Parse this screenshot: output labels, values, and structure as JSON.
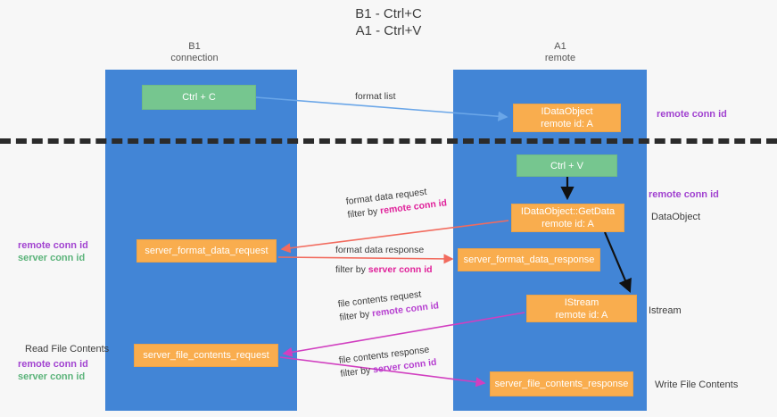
{
  "title": {
    "line1": "B1 - Ctrl+C",
    "line2": "A1 - Ctrl+V"
  },
  "columns": {
    "left": {
      "name": "B1",
      "role": "connection"
    },
    "right": {
      "name": "A1",
      "role": "remote"
    }
  },
  "nodes": {
    "ctrl_c": {
      "label": "Ctrl + C",
      "color": "#76c68f"
    },
    "idataobject": {
      "line1": "IDataObject",
      "line2": "remote id: A",
      "color": "#f9ad4e"
    },
    "ctrl_v": {
      "label": "Ctrl + V",
      "color": "#76c68f"
    },
    "getdata": {
      "line1": "IDataObject::GetData",
      "line2": "remote id: A",
      "color": "#f9ad4e"
    },
    "server_format_data_request": {
      "label": "server_format_data_request",
      "color": "#f9ad4e"
    },
    "server_format_data_response": {
      "label": "server_format_data_response",
      "color": "#f9ad4e"
    },
    "istream": {
      "line1": "IStream",
      "line2": "remote id: A",
      "color": "#f9ad4e"
    },
    "server_file_contents_request": {
      "label": "server_file_contents_request",
      "color": "#f9ad4e"
    },
    "server_file_contents_response": {
      "label": "server_file_contents_response",
      "color": "#f9ad4e"
    }
  },
  "edges": {
    "format_list": {
      "label": "format list"
    },
    "format_data_request": {
      "label": "format data request",
      "filter_prefix": "filter by ",
      "filter_key": "remote conn id"
    },
    "format_data_response": {
      "label": "format data response",
      "filter_prefix": "filter by ",
      "filter_key": "server conn id"
    },
    "file_contents_request": {
      "label": "file contents request",
      "filter_prefix": "filter by ",
      "filter_key": "remote conn id"
    },
    "file_contents_response": {
      "label": "file contents response",
      "filter_prefix": "filter by ",
      "filter_key": "server conn id"
    }
  },
  "annotations": {
    "remote_conn_id_top": "remote conn id",
    "remote_conn_id_mid": "remote conn id",
    "dataobject": "DataObject",
    "istream": "Istream",
    "write_file_contents": "Write File Contents",
    "read_file_contents": "Read File Contents",
    "left_remote_conn_id_1": "remote conn id",
    "left_server_conn_id_1": "server conn id",
    "left_remote_conn_id_2": "remote conn id",
    "left_server_conn_id_2": "server conn id"
  },
  "colors": {
    "lane": "#4285d6",
    "node_green": "#76c68f",
    "node_orange": "#f9ad4e",
    "purple": "#a142d0",
    "green_text": "#5bb37a",
    "magenta": "#e0219a",
    "arrow_red": "#f26b5e",
    "arrow_blue": "#6aa6e8",
    "arrow_black": "#111111",
    "background": "#f7f7f7"
  }
}
